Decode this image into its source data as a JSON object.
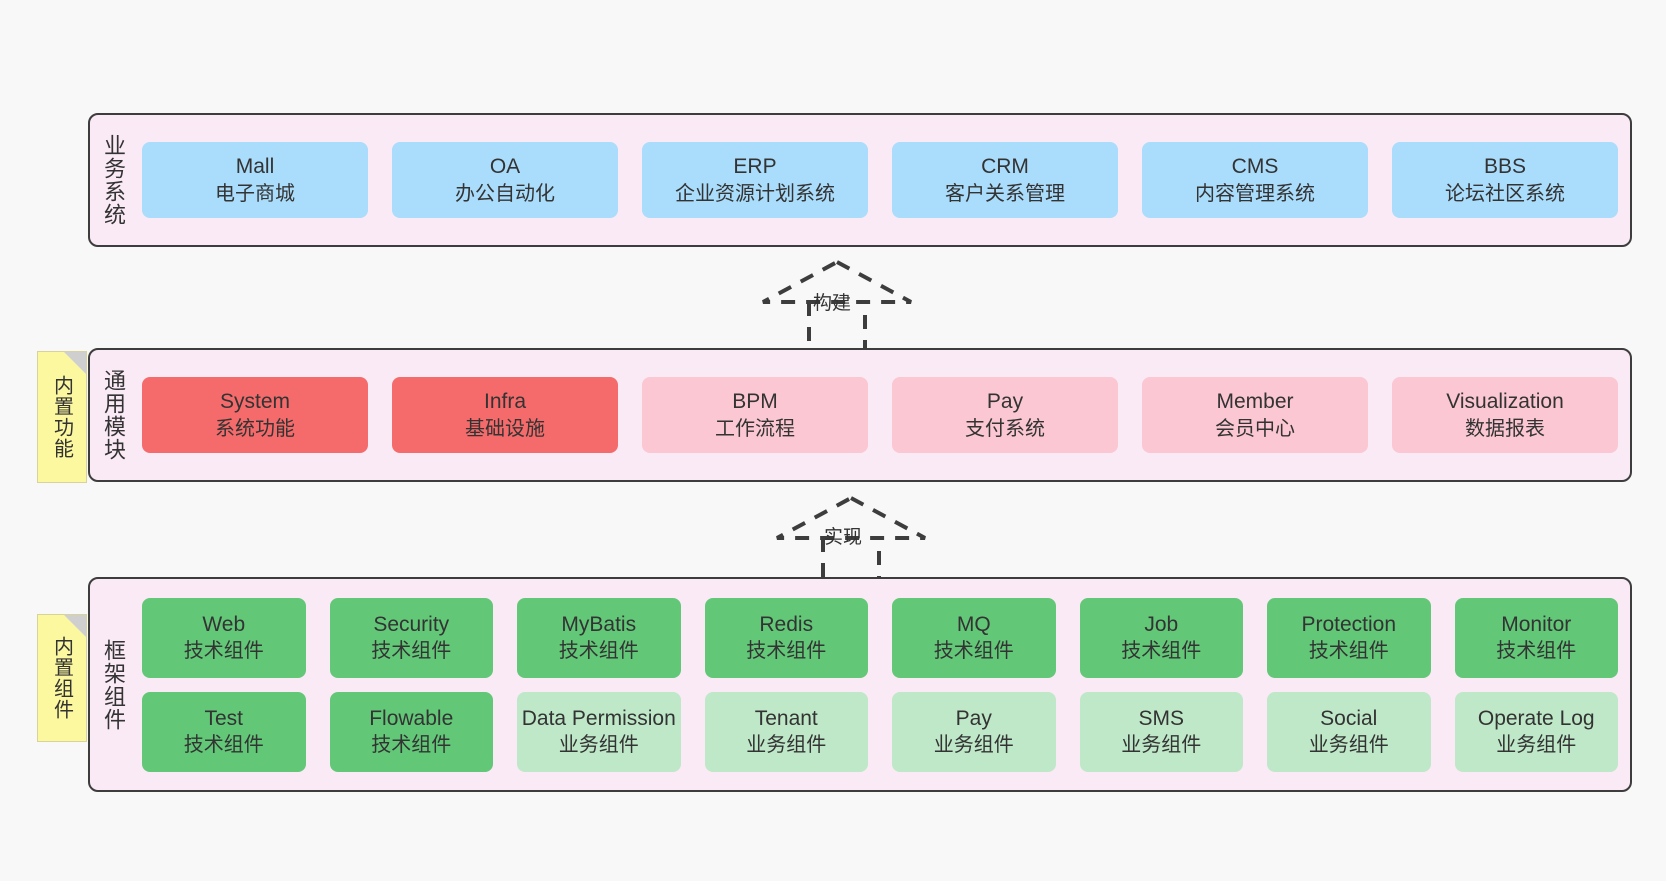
{
  "diagram": {
    "background_color": "#f8f8f8",
    "layer_border_color": "#3d3d3d",
    "layer_fill_color": "#faeaf5",
    "note_fill_color": "#fbf8a0"
  },
  "notes": [
    {
      "id": "note-functions",
      "label": "内置功能"
    },
    {
      "id": "note-components",
      "label": "内置组件"
    }
  ],
  "connectors": [
    {
      "id": "arrow-build",
      "label": "构建",
      "style": "dashed-hollow-triangle",
      "direction": "up"
    },
    {
      "id": "arrow-impl",
      "label": "实现",
      "style": "dashed-hollow-triangle",
      "direction": "up"
    }
  ],
  "layers": [
    {
      "id": "layer-business",
      "title": "业务系统",
      "rows": [
        [
          {
            "name": "Mall",
            "desc": "电子商城",
            "color": "#aadcfb",
            "tone": "blue"
          },
          {
            "name": "OA",
            "desc": "办公自动化",
            "color": "#aadcfb",
            "tone": "blue"
          },
          {
            "name": "ERP",
            "desc": "企业资源计划系统",
            "color": "#aadcfb",
            "tone": "blue"
          },
          {
            "name": "CRM",
            "desc": "客户关系管理",
            "color": "#aadcfb",
            "tone": "blue"
          },
          {
            "name": "CMS",
            "desc": "内容管理系统",
            "color": "#aadcfb",
            "tone": "blue"
          },
          {
            "name": "BBS",
            "desc": "论坛社区系统",
            "color": "#aadcfb",
            "tone": "blue"
          }
        ]
      ]
    },
    {
      "id": "layer-common",
      "title": "通用模块",
      "rows": [
        [
          {
            "name": "System",
            "desc": "系统功能",
            "color": "#f56b6b",
            "tone": "red"
          },
          {
            "name": "Infra",
            "desc": "基础设施",
            "color": "#f56b6b",
            "tone": "red"
          },
          {
            "name": "BPM",
            "desc": "工作流程",
            "color": "#fbc7d2",
            "tone": "pink"
          },
          {
            "name": "Pay",
            "desc": "支付系统",
            "color": "#fbc7d2",
            "tone": "pink"
          },
          {
            "name": "Member",
            "desc": "会员中心",
            "color": "#fbc7d2",
            "tone": "pink"
          },
          {
            "name": "Visualization",
            "desc": "数据报表",
            "color": "#fbc7d2",
            "tone": "pink"
          }
        ]
      ]
    },
    {
      "id": "layer-framework",
      "title": "框架组件",
      "rows": [
        [
          {
            "name": "Web",
            "desc": "技术组件",
            "color": "#62c878",
            "tone": "green"
          },
          {
            "name": "Security",
            "desc": "技术组件",
            "color": "#62c878",
            "tone": "green"
          },
          {
            "name": "MyBatis",
            "desc": "技术组件",
            "color": "#62c878",
            "tone": "green"
          },
          {
            "name": "Redis",
            "desc": "技术组件",
            "color": "#62c878",
            "tone": "green"
          },
          {
            "name": "MQ",
            "desc": "技术组件",
            "color": "#62c878",
            "tone": "green"
          },
          {
            "name": "Job",
            "desc": "技术组件",
            "color": "#62c878",
            "tone": "green"
          },
          {
            "name": "Protection",
            "desc": "技术组件",
            "color": "#62c878",
            "tone": "green"
          },
          {
            "name": "Monitor",
            "desc": "技术组件",
            "color": "#62c878",
            "tone": "green"
          }
        ],
        [
          {
            "name": "Test",
            "desc": "技术组件",
            "color": "#62c878",
            "tone": "green"
          },
          {
            "name": "Flowable",
            "desc": "技术组件",
            "color": "#62c878",
            "tone": "green"
          },
          {
            "name": "Data Permission",
            "desc": "业务组件",
            "color": "#bfe8c8",
            "tone": "lightgreen"
          },
          {
            "name": "Tenant",
            "desc": "业务组件",
            "color": "#bfe8c8",
            "tone": "lightgreen"
          },
          {
            "name": "Pay",
            "desc": "业务组件",
            "color": "#bfe8c8",
            "tone": "lightgreen"
          },
          {
            "name": "SMS",
            "desc": "业务组件",
            "color": "#bfe8c8",
            "tone": "lightgreen"
          },
          {
            "name": "Social",
            "desc": "业务组件",
            "color": "#bfe8c8",
            "tone": "lightgreen"
          },
          {
            "name": "Operate Log",
            "desc": "业务组件",
            "color": "#bfe8c8",
            "tone": "lightgreen"
          }
        ]
      ]
    }
  ]
}
